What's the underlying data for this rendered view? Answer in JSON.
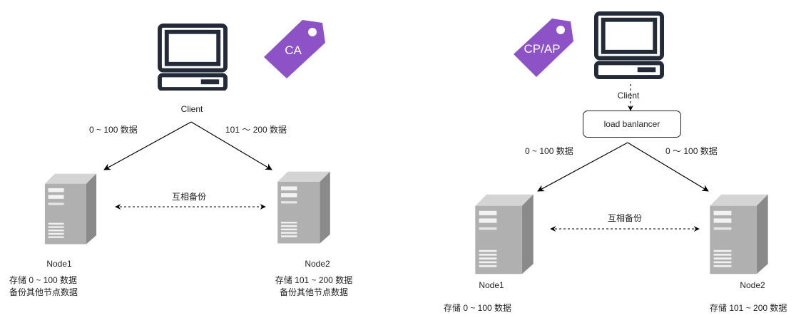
{
  "left": {
    "tag": "CA",
    "client": "Client",
    "edge_left": "0 ~ 100 数据",
    "edge_right": "101 ～ 200 数据",
    "backup": "互相备份",
    "node1": {
      "name": "Node1",
      "line1": "存储 0 ~ 100 数据",
      "line2": "备份其他节点数据"
    },
    "node2": {
      "name": "Node2",
      "line1": "存储 101 ~ 200 数据",
      "line2": "备份其他节点数据"
    }
  },
  "right": {
    "tag": "CP/AP",
    "client": "Client",
    "balancer": "load banlancer",
    "edge_left": "0 ~ 100 数据",
    "edge_right": "0 ～ 100 数据",
    "backup": "互相备份",
    "node1": {
      "name": "Node1",
      "line1": "存储 0 ~ 100 数据"
    },
    "node2": {
      "name": "Node2",
      "line1": "存储 101 ~ 200 数据"
    }
  },
  "colors": {
    "tag": "#8c52c6",
    "monitor": "#232b38",
    "server_light": "#b8b8b8",
    "server_dark": "#8a8a8a",
    "line": "#000000"
  }
}
